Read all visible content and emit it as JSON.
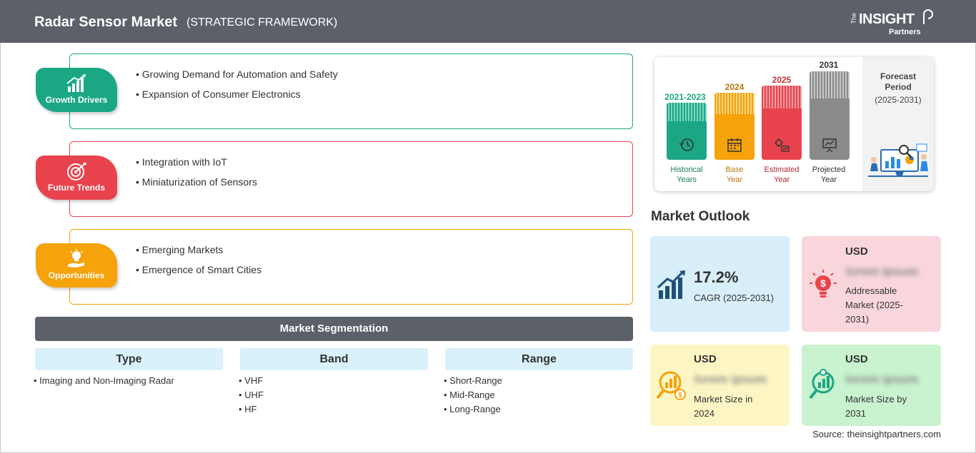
{
  "header": {
    "title": "Radar Sensor Market",
    "subtitle": "(STRATEGIC FRAMEWORK)",
    "logo": {
      "the": "The",
      "insight": "INSIGHT",
      "partners": "Partners"
    }
  },
  "framework": {
    "drivers": {
      "label": "Growth Drivers",
      "color": "#1ba784",
      "items": [
        "Growing Demand for Automation and Safety",
        "Expansion of Consumer Electronics"
      ]
    },
    "trends": {
      "label": "Future Trends",
      "color": "#e8434d",
      "items": [
        "Integration with IoT",
        "Miniaturization of Sensors"
      ]
    },
    "opportunities": {
      "label": "Opportunities",
      "color": "#f5a20b",
      "items": [
        "Emerging Markets",
        "Emergence of Smart Cities"
      ]
    }
  },
  "segmentation": {
    "title": "Market Segmentation",
    "type": {
      "heading": "Type",
      "items": [
        "Imaging and Non-Imaging Radar"
      ]
    },
    "band": {
      "heading": "Band",
      "items": [
        "VHF",
        "UHF",
        "HF"
      ]
    },
    "range": {
      "heading": "Range",
      "items": [
        "Short-Range",
        "Mid-Range",
        "Long-Range"
      ]
    }
  },
  "forecast": {
    "historical": {
      "year": "2021-2023",
      "label": [
        "Historical",
        "Years"
      ],
      "color": "#1ba784"
    },
    "base": {
      "year": "2024",
      "label": [
        "Base",
        "Year"
      ],
      "color": "#f5a20b"
    },
    "estimated": {
      "year": "2025",
      "label": [
        "Estimated",
        "Year"
      ],
      "color": "#e8434d"
    },
    "projected": {
      "year": "2031",
      "label": [
        "Projected",
        "Year"
      ],
      "color": "#8a8a8a"
    },
    "side_title": [
      "Forecast",
      "Period"
    ],
    "side_range": "(2025-2031)"
  },
  "outlook": {
    "title": "Market Outlook",
    "cagr": {
      "value": "17.2%",
      "label": "CAGR (2025-2031)",
      "bg": "#d8eef9"
    },
    "addressable": {
      "currency": "USD",
      "value": "lorem ipsum",
      "label": [
        "Addressable",
        "Market (2025-",
        "2031)"
      ],
      "bg": "#f9d6dc"
    },
    "size_2024": {
      "currency": "USD",
      "value": "lorem ipsum",
      "label": [
        "Market Size in",
        "2024"
      ],
      "bg": "#fdf6c4"
    },
    "size_2031": {
      "currency": "USD",
      "value": "lorem ipsum",
      "label": [
        "Market Size by",
        "2031"
      ],
      "bg": "#c9f2cf"
    }
  },
  "source": "Source: theinsightpartners.com"
}
